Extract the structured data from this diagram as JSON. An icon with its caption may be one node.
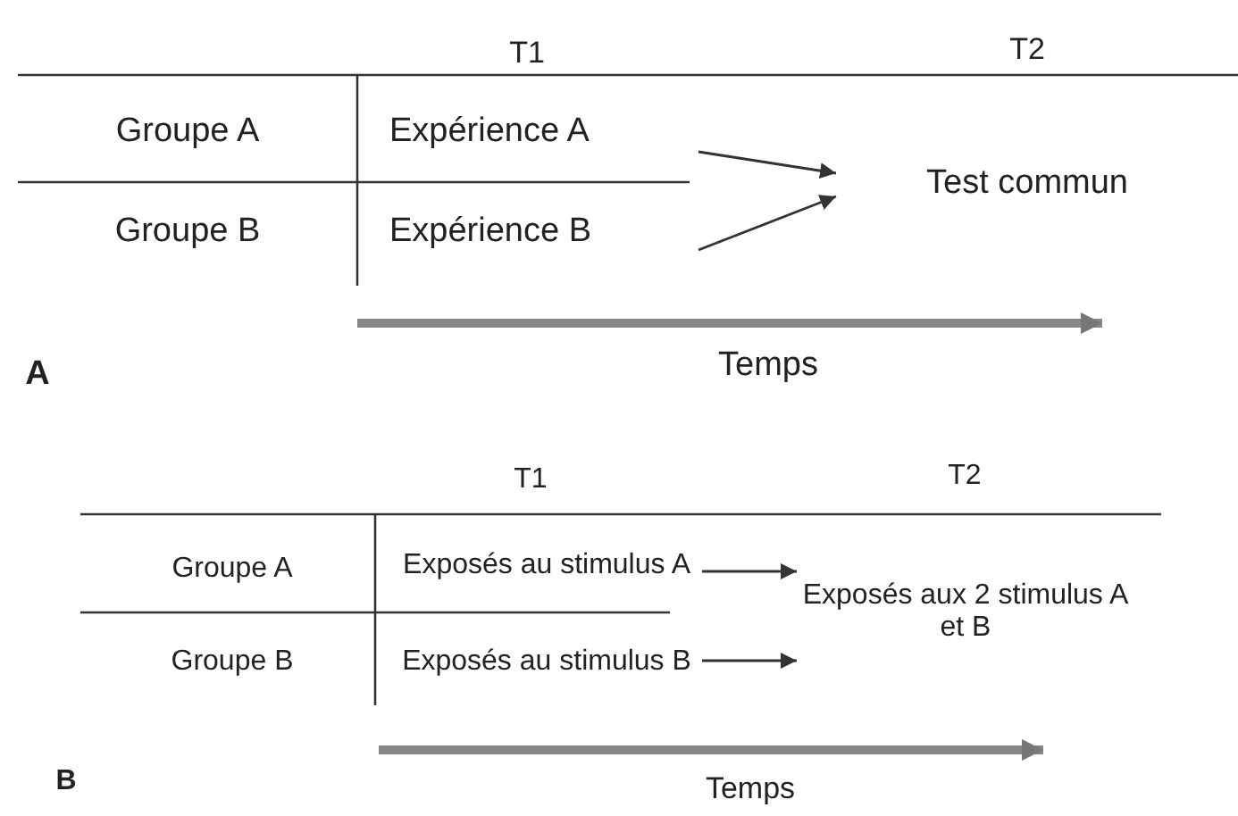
{
  "diagram": {
    "nodes": [
      {
        "text": [
          "Expérience A"
        ]
      },
      {
        "text": [
          "Expérience B"
        ]
      },
      {
        "text": [
          "Test commun"
        ]
      },
      {
        "text": [
          "Exposés au stimulus A"
        ]
      },
      {
        "text": [
          "Exposés au stimulus B"
        ]
      },
      {
        "text": [
          "Exposés aux 2 stimulus A et B"
        ]
      }
    ],
    "edges": [
      {
        "from": 0,
        "to": 2,
        "arrow": "to"
      },
      {
        "from": 1,
        "to": 2,
        "arrow": "to"
      },
      {
        "from": 3,
        "to": 5,
        "arrow": "to"
      },
      {
        "from": 4,
        "to": 5,
        "arrow": "to"
      }
    ],
    "labels": [
      "T1",
      "T2",
      "Groupe A",
      "Groupe B",
      "Temps",
      "A",
      "T1",
      "T2",
      "Groupe A",
      "Groupe B",
      "Temps",
      "B"
    ]
  }
}
